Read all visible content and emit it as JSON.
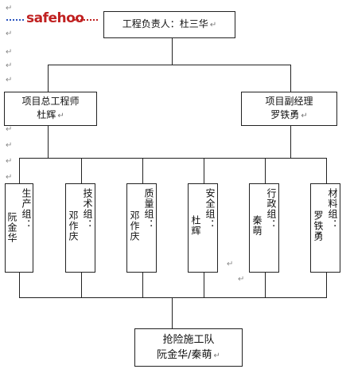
{
  "watermark": "safehoo",
  "diagram": {
    "top": {
      "text": "工程负责人：杜三华",
      "mark": "↵"
    },
    "level2": [
      {
        "line1": "项目总工程师",
        "line2": "杜辉",
        "mark": "↵"
      },
      {
        "line1": "项目副经理",
        "line2": "罗铁勇",
        "mark": "↵"
      }
    ],
    "groups": [
      {
        "title": "生产组：",
        "person": "阮金华"
      },
      {
        "title": "技术组：",
        "person": "邓作庆"
      },
      {
        "title": "质量组：",
        "person": "邓作庆"
      },
      {
        "title": "安全组：",
        "person": "杜辉"
      },
      {
        "title": "行政组：",
        "person": "秦萌"
      },
      {
        "title": "材料组：",
        "person": "罗铁勇"
      }
    ],
    "bottom": {
      "line1": "抢险施工队",
      "line2": "阮金华/秦萌",
      "mark": "↵"
    }
  },
  "para_mark": "↵"
}
